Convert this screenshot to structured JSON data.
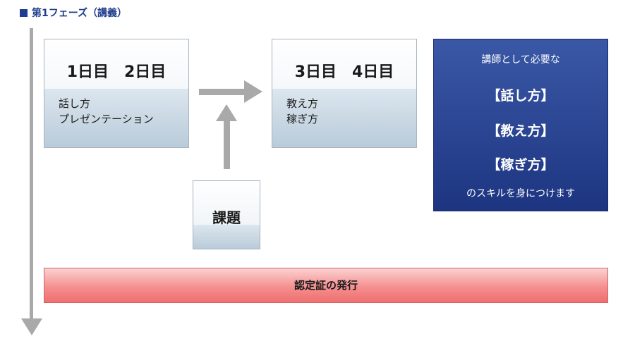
{
  "heading": {
    "text": "第1フェーズ（講義）",
    "color": "#1f3d8c"
  },
  "days_block_1": {
    "title": "1日目　2日目",
    "lines": [
      "話し方",
      "プレゼンテーション"
    ]
  },
  "days_block_2": {
    "title": "3日目　4日目",
    "lines": [
      "教え方",
      "稼ぎ方"
    ]
  },
  "assignment": {
    "label": "課題"
  },
  "summary": {
    "intro": "講師として必要な",
    "skills": [
      "【話し方】",
      "【教え方】",
      "【稼ぎ方】"
    ],
    "outro": "のスキルを身につけます",
    "color": "#2a4593"
  },
  "certificate": {
    "label": "認定証の発行",
    "color": "#f58f8f"
  },
  "connector_color": "#a9a9a9"
}
